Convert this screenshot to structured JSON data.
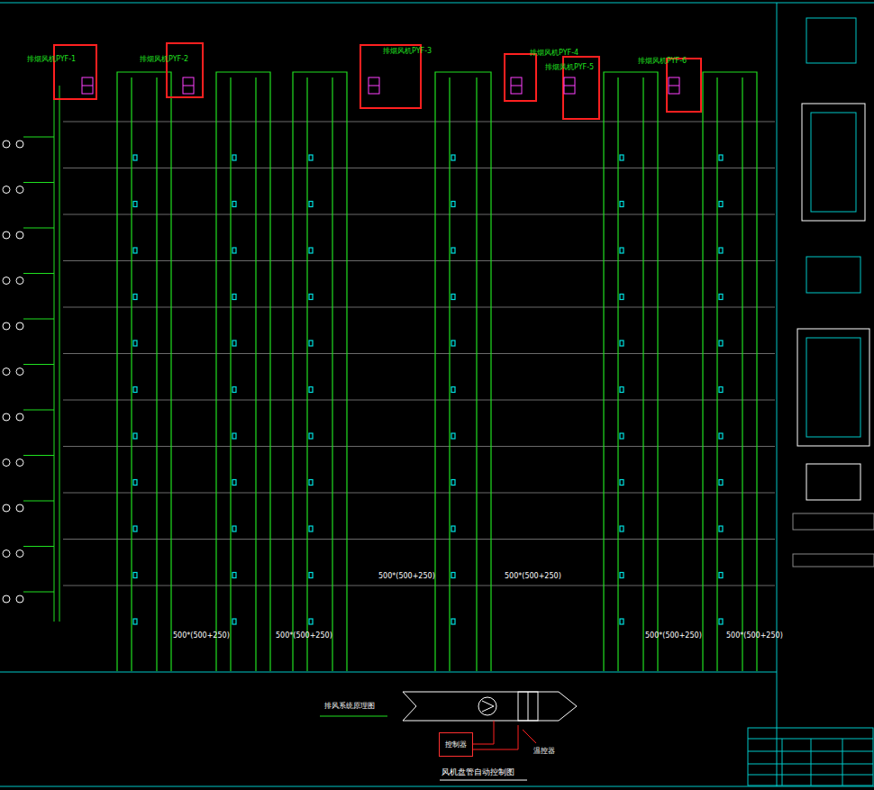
{
  "diagram": {
    "nodes": [
      {
        "text": [
          "控制器"
        ]
      }
    ],
    "labels": [
      "排烟风机PYF-1",
      "排烟风机PYF-2",
      "排烟风机PYF-3",
      "排烟风机PYF-4",
      "排烟风机PYF-5",
      "排烟风机PYF-6",
      "500*(500+250)",
      "500*(500+250)",
      "500*(500+250)",
      "500*(500+250)",
      "500*(500+250)",
      "500*(500+250)",
      "排风系统原理图",
      "风机盘管自动控制图",
      "温控器"
    ]
  }
}
